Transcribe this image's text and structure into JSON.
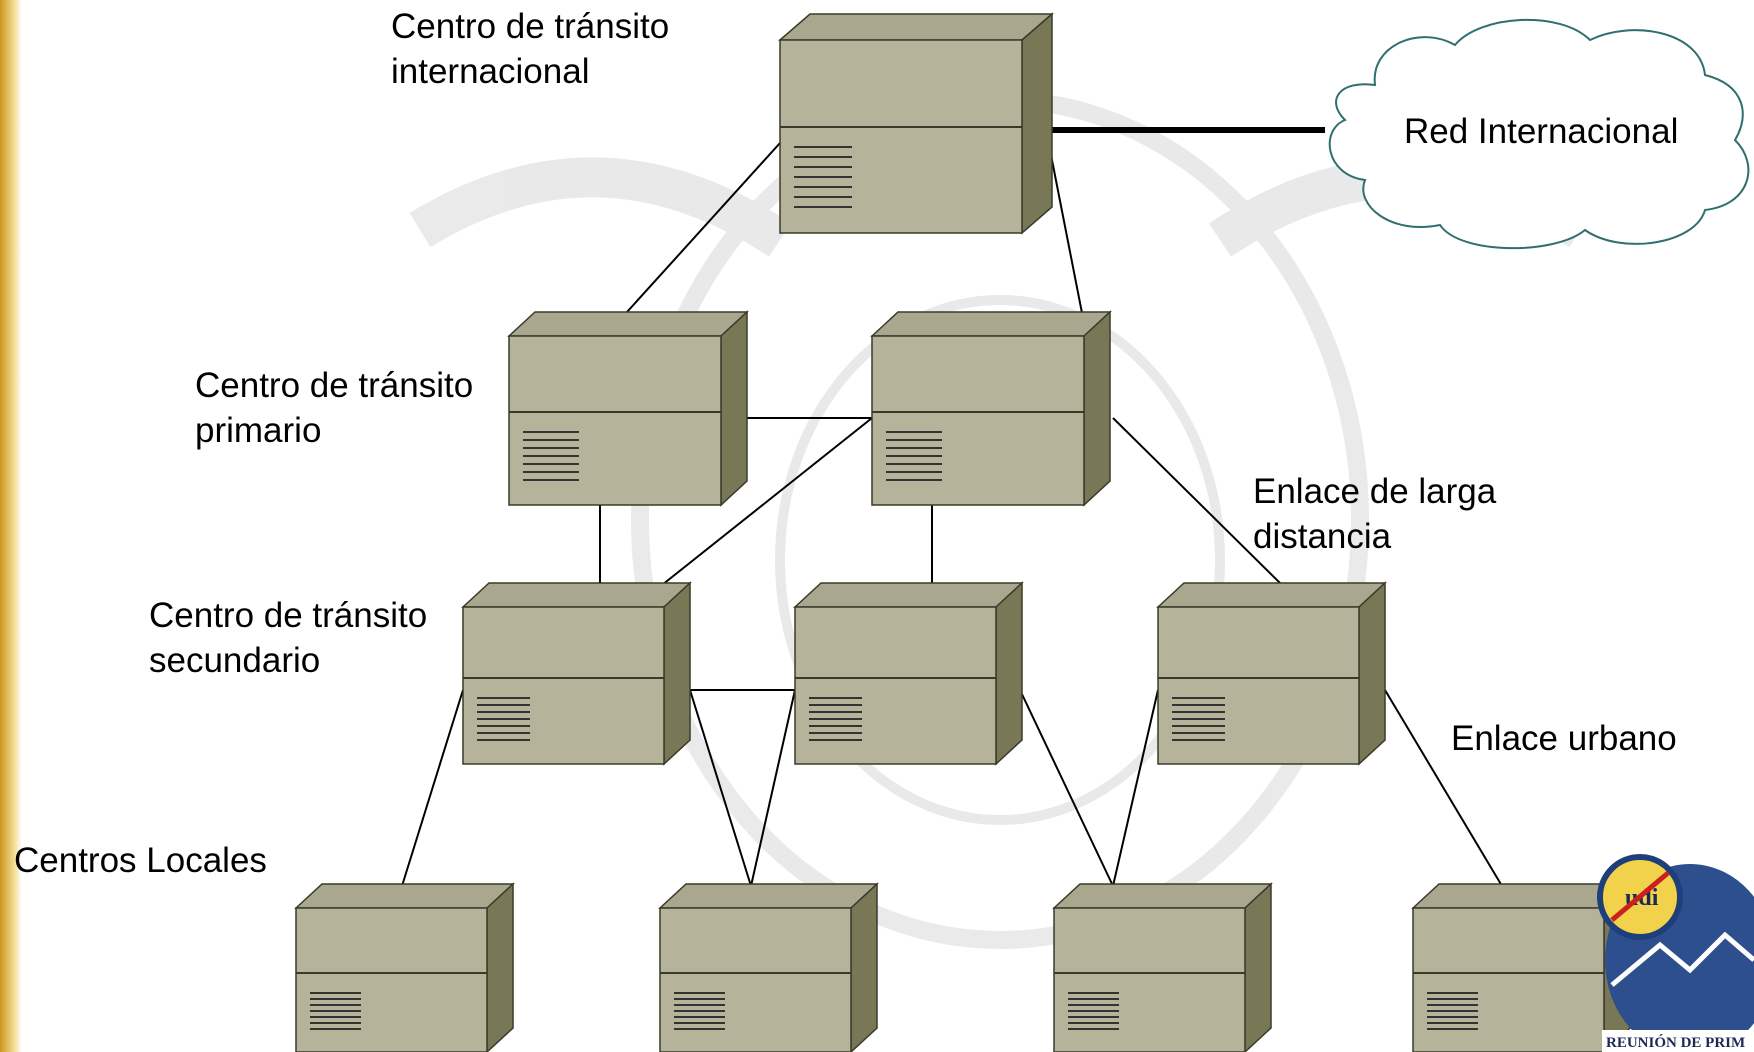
{
  "labels": {
    "intl_center": [
      "Centro de tránsito",
      "internacional"
    ],
    "primary_center": [
      "Centro de tránsito",
      "primario"
    ],
    "secondary_center": [
      "Centro de tránsito",
      "secundario"
    ],
    "local_centers": "Centros Locales",
    "long_distance_link": [
      "Enlace de larga",
      "distancia"
    ],
    "urban_link": "Enlace urbano",
    "international_network": "Red Internacional"
  },
  "logo": {
    "badge_text": "udi",
    "ribbon_text": "REUNIÓN DE PRIM"
  },
  "colors": {
    "box_front": "#b5b49b",
    "box_top": "#a9a88e",
    "box_side": "#787857",
    "box_edge": "#3a3a2a",
    "accent_bar": "#c9961e",
    "line": "#000000"
  }
}
